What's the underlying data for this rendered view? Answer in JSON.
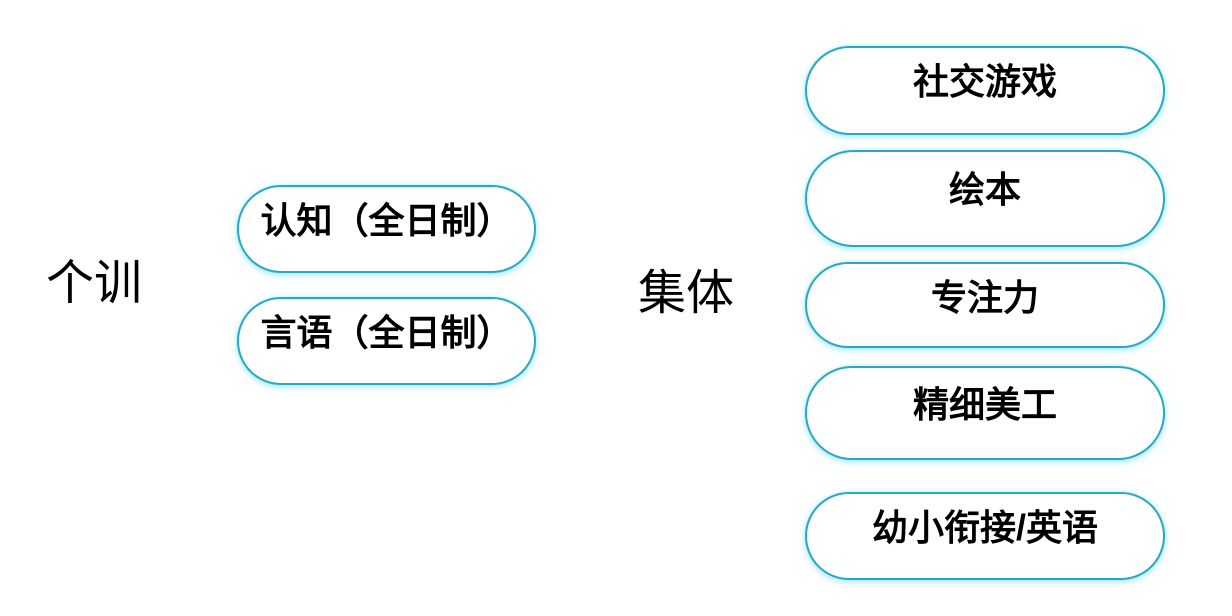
{
  "diagram": {
    "colors": {
      "background": "#ffffff",
      "pill_border": "#27a9c1",
      "pill_glow": "#9ae5f1",
      "text": "#000000"
    },
    "groups": [
      {
        "label": "个训",
        "items": [
          "认知（全日制）",
          "言语（全日制）"
        ]
      },
      {
        "label": "集体",
        "items": [
          "社交游戏",
          "绘本",
          "专注力",
          "精细美工",
          "幼小衔接/英语"
        ]
      }
    ]
  }
}
